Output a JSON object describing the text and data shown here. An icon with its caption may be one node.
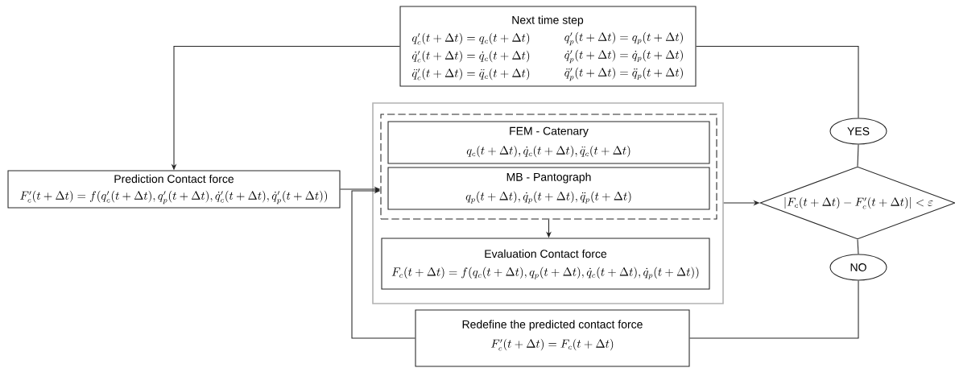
{
  "diagram": {
    "nodes": [
      {
        "text": [
          "Next time step",
          "q_c'(t+\\Delta t) = q_c(t+\\Delta t)",
          "q_p'(t+\\Delta t) = q_p(t+\\Delta t)",
          "\\dot{q}_c'(t+\\Delta t) = \\dot{q}_c(t+\\Delta t)",
          "\\dot{q}_p'(t+\\Delta t) = \\dot{q}_p(t+\\Delta t)",
          "\\ddot{q}_c'(t+\\Delta t) = \\ddot{q}_c(t+\\Delta t)",
          "\\ddot{q}_p'(t+\\Delta t) = \\ddot{q}_p(t+\\Delta t)"
        ]
      },
      {
        "text": [
          "Prediction Contact force",
          "F_c'(t+\\Delta t) = f(q_c'(t+\\Delta t), q_p'(t+\\Delta t), \\dot{q}_c'(t+\\Delta t), \\dot{q}_p'(t+\\Delta t))"
        ]
      },
      {
        "text": [],
        "shape": "box"
      },
      {
        "text": [],
        "shape": "box",
        "in": 2
      },
      {
        "text": [
          "FEM - Catenary",
          "q_c(t+\\Delta t), \\dot{q}_c(t+\\Delta t), \\ddot{q}_c(t+\\Delta t)"
        ],
        "in": 3
      },
      {
        "text": [
          "MB - Pantograph",
          "q_p(t+\\Delta t), \\dot{q}_p(t+\\Delta t), \\ddot{q}_p(t+\\Delta t)"
        ],
        "in": 3
      },
      {
        "text": [
          "Evaluation Contact force",
          "F_c(t+\\Delta t) = f(q_c(t+\\Delta t) , q_p(t+\\Delta t), \\dot{q}_c(t+\\Delta t) , \\dot{q}_p(t+\\Delta t))"
        ],
        "in": 2
      },
      {
        "text": [
          "|F_c(t+\\Delta t)- F_c'(t+\\Delta t) |< \\varepsilon"
        ]
      },
      {
        "text": [
          "YES"
        ]
      },
      {
        "text": [
          "NO"
        ]
      },
      {
        "text": [
          "Redefine the predicted contact force",
          "F_c'(t+\\Delta t) = F_c(t+\\Delta t)"
        ]
      }
    ],
    "edges": [
      {
        "from": 0,
        "to": 1,
        "arrow": "to"
      },
      {
        "from": 8,
        "to": 0,
        "arrow": "none"
      },
      {
        "from": 1,
        "to": 3,
        "arrow": "to"
      },
      {
        "from": 3,
        "to": 6,
        "arrow": "to"
      },
      {
        "from": 2,
        "to": 7,
        "arrow": "to"
      },
      {
        "from": 7,
        "to": 8,
        "arrow": "none"
      },
      {
        "from": 7,
        "to": 9,
        "arrow": "none"
      },
      {
        "from": 9,
        "to": 10,
        "arrow": "none"
      },
      {
        "from": 10,
        "to": 3,
        "arrow": "to"
      }
    ]
  }
}
